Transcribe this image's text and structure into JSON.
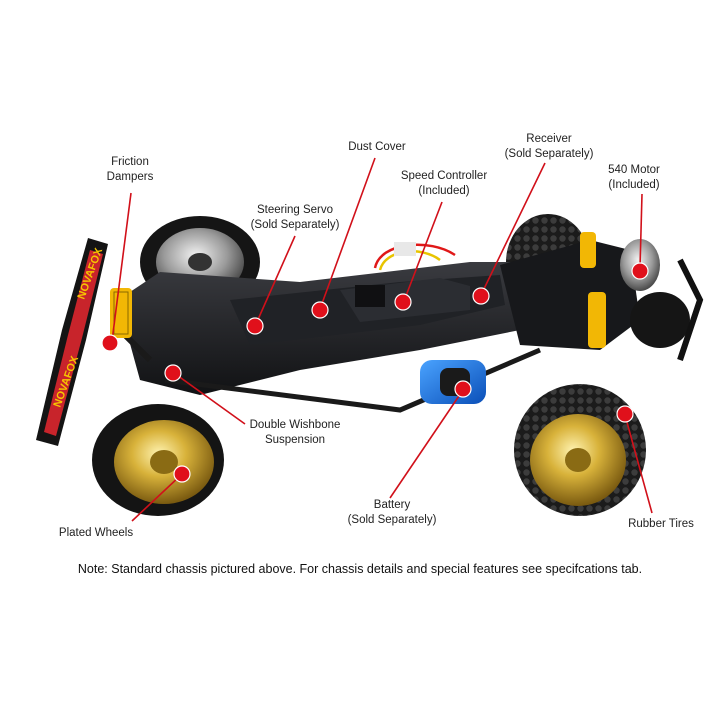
{
  "diagram": {
    "callouts": [
      {
        "id": "friction-dampers",
        "line1": "Friction",
        "line2": "Dampers"
      },
      {
        "id": "steering-servo",
        "line1": "Steering Servo",
        "line2": "(Sold Separately)"
      },
      {
        "id": "dust-cover",
        "line1": "Dust Cover",
        "line2": ""
      },
      {
        "id": "speed-controller",
        "line1": "Speed Controller",
        "line2": "(Included)"
      },
      {
        "id": "receiver",
        "line1": "Receiver",
        "line2": "(Sold Separately)"
      },
      {
        "id": "motor-540",
        "line1": "540 Motor",
        "line2": "(Included)"
      },
      {
        "id": "double-wishbone",
        "line1": "Double Wishbone",
        "line2": "Suspension"
      },
      {
        "id": "plated-wheels",
        "line1": "Plated Wheels",
        "line2": ""
      },
      {
        "id": "battery",
        "line1": "Battery",
        "line2": "(Sold Separately)"
      },
      {
        "id": "rubber-tires",
        "line1": "Rubber Tires",
        "line2": ""
      }
    ],
    "wing_text": "NOVAFOX",
    "note": "Note: Standard chassis pictured above. For chassis details and special features see specifcations tab.",
    "colors": {
      "marker": "#e0101b",
      "line": "#d1101a",
      "chassis": "#17181b",
      "gold": "#c9a227",
      "damper": "#f2b705"
    }
  }
}
